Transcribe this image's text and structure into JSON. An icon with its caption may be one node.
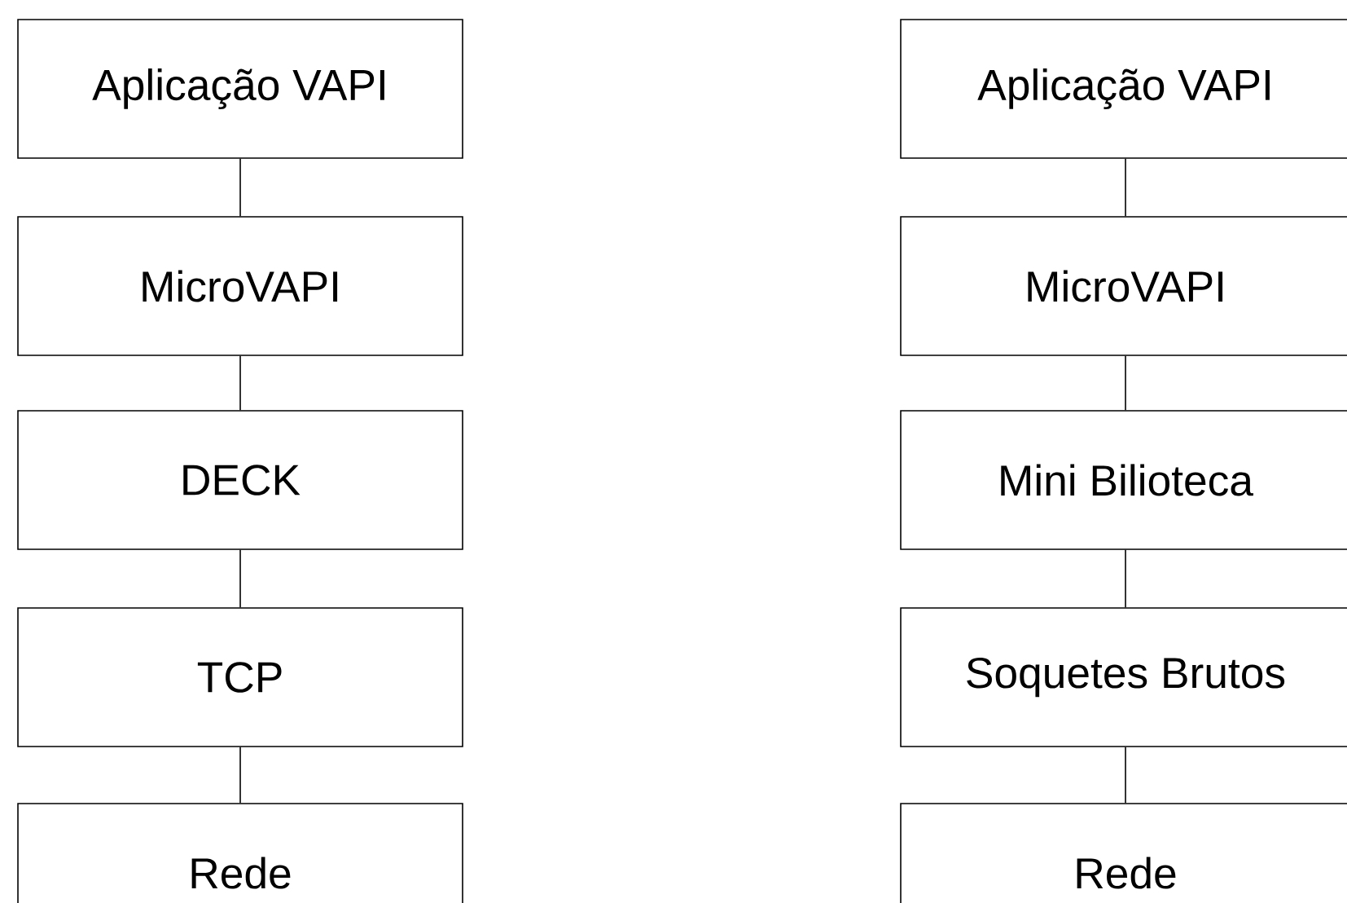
{
  "diagram": {
    "nodes": [
      {
        "text": [
          "Aplicação VAPI"
        ]
      },
      {
        "text": [
          "MicroVAPI"
        ]
      },
      {
        "text": [
          "DECK"
        ]
      },
      {
        "text": [
          "TCP"
        ]
      },
      {
        "text": [
          "Rede"
        ]
      },
      {
        "text": [
          "Aplicação VAPI"
        ]
      },
      {
        "text": [
          "MicroVAPI"
        ]
      },
      {
        "text": [
          "Mini Bilioteca"
        ]
      },
      {
        "text": [
          "Soquetes Brutos"
        ]
      },
      {
        "text": [
          "Rede"
        ]
      }
    ],
    "edges": [
      {
        "from": 0,
        "to": 1,
        "arrow": "none"
      },
      {
        "from": 1,
        "to": 2,
        "arrow": "none"
      },
      {
        "from": 2,
        "to": 3,
        "arrow": "none"
      },
      {
        "from": 3,
        "to": 4,
        "arrow": "none"
      },
      {
        "from": 5,
        "to": 6,
        "arrow": "none"
      },
      {
        "from": 6,
        "to": 7,
        "arrow": "none"
      },
      {
        "from": 7,
        "to": 8,
        "arrow": "none"
      },
      {
        "from": 8,
        "to": 9,
        "arrow": "none"
      }
    ]
  }
}
